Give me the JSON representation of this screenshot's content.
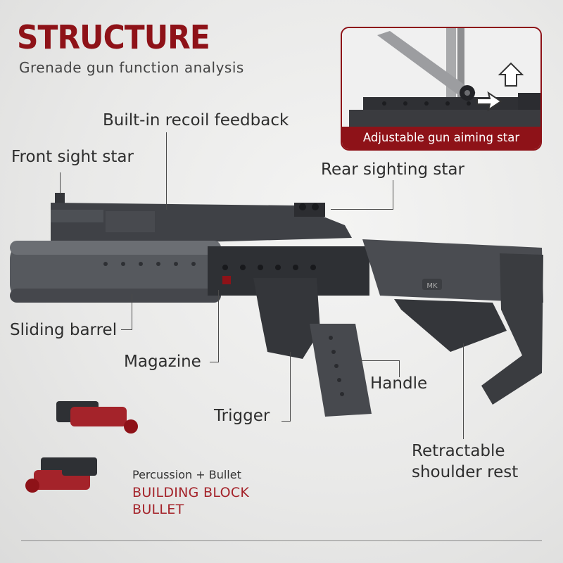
{
  "header": {
    "title": "STRUCTURE",
    "subtitle": "Grenade gun function analysis"
  },
  "inset": {
    "caption": "Adjustable gun aiming star"
  },
  "callouts": {
    "recoil": "Built-in recoil feedback",
    "front_sight": "Front sight star",
    "rear_sight": "Rear sighting star",
    "barrel": "Sliding barrel",
    "magazine": "Magazine",
    "handle": "Handle",
    "trigger": "Trigger",
    "shoulder_line1": "Retractable",
    "shoulder_line2": "shoulder rest"
  },
  "bullet": {
    "subtitle": "Percussion + Bullet",
    "title_line1": "BUILDING BLOCK",
    "title_line2": "BULLET"
  },
  "stock_badge": "MK",
  "colors": {
    "brand_red": "#8e1218",
    "bullet_red": "#a4232a",
    "gun_dark": "#3c3e42",
    "gun_mid": "#55585d"
  }
}
